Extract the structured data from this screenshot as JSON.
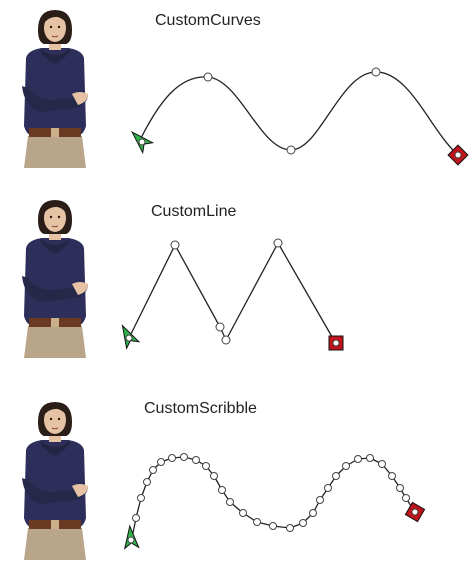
{
  "colors": {
    "path": "#222222",
    "node_fill": "#ffffff",
    "node_stroke": "#444444",
    "start_marker": "#2fb24a",
    "end_marker": "#c0141c",
    "hair": "#2b1d17",
    "skin": "#e7c3a6",
    "sweater": "#2d2f5a",
    "belt": "#6b3a22",
    "pants": "#b9a58a"
  },
  "sections": [
    {
      "key": "curves",
      "label": "CustomCurves"
    },
    {
      "key": "line",
      "label": "CustomLine"
    },
    {
      "key": "scribble",
      "label": "CustomScribble"
    }
  ]
}
